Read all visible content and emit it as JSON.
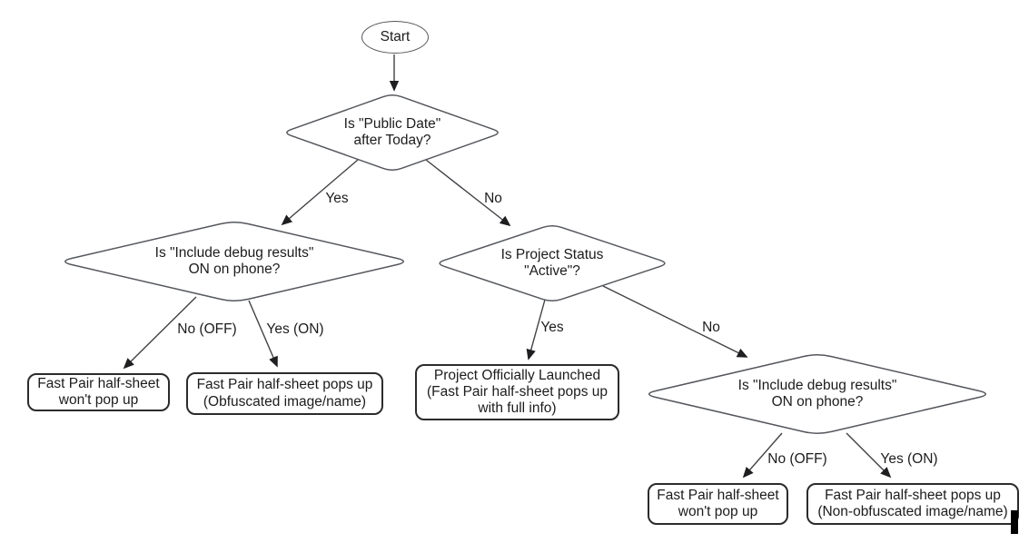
{
  "diagram": {
    "title": "Fast Pair half-sheet decision flowchart",
    "colors": {
      "background": "#ffffff",
      "shape_stroke": "#54575c",
      "box_stroke": "#2b2b2d",
      "edge_stroke": "#404245",
      "arrowhead": "#1f1f21",
      "text": "#1c1c1e"
    },
    "nodes": {
      "start": {
        "type": "ellipse",
        "label": "Start"
      },
      "d1": {
        "type": "decision",
        "label": "Is \"Public Date\"\nafter Today?"
      },
      "d2": {
        "type": "decision",
        "label": "Is \"Include debug results\"\nON on phone?"
      },
      "d3": {
        "type": "decision",
        "label": "Is Project Status\n\"Active\"?"
      },
      "d4": {
        "type": "decision",
        "label": "Is \"Include debug results\"\nON on phone?"
      },
      "b1": {
        "type": "terminal",
        "label": "Fast Pair half-sheet\nwon't pop up"
      },
      "b2": {
        "type": "terminal",
        "label": "Fast Pair half-sheet pops up\n(Obfuscated image/name)"
      },
      "b3": {
        "type": "terminal",
        "label": "Project Officially Launched\n(Fast Pair half-sheet pops up\nwith full info)"
      },
      "b4": {
        "type": "terminal",
        "label": "Fast Pair half-sheet\nwon't pop up"
      },
      "b5": {
        "type": "terminal",
        "label": "Fast Pair half-sheet pops up\n(Non-obfuscated image/name)"
      }
    },
    "edge_labels": {
      "yes1": "Yes",
      "no1": "No",
      "no_off1": "No (OFF)",
      "yes_on1": "Yes (ON)",
      "yes2": "Yes",
      "no2": "No",
      "no_off2": "No (OFF)",
      "yes_on2": "Yes (ON)"
    },
    "edges": [
      {
        "from": "start",
        "to": "d1",
        "label": ""
      },
      {
        "from": "d1",
        "to": "d2",
        "label": "Yes"
      },
      {
        "from": "d1",
        "to": "d3",
        "label": "No"
      },
      {
        "from": "d2",
        "to": "b1",
        "label": "No (OFF)"
      },
      {
        "from": "d2",
        "to": "b2",
        "label": "Yes (ON)"
      },
      {
        "from": "d3",
        "to": "b3",
        "label": "Yes"
      },
      {
        "from": "d3",
        "to": "d4",
        "label": "No"
      },
      {
        "from": "d4",
        "to": "b4",
        "label": "No (OFF)"
      },
      {
        "from": "d4",
        "to": "b5",
        "label": "Yes (ON)"
      }
    ]
  }
}
